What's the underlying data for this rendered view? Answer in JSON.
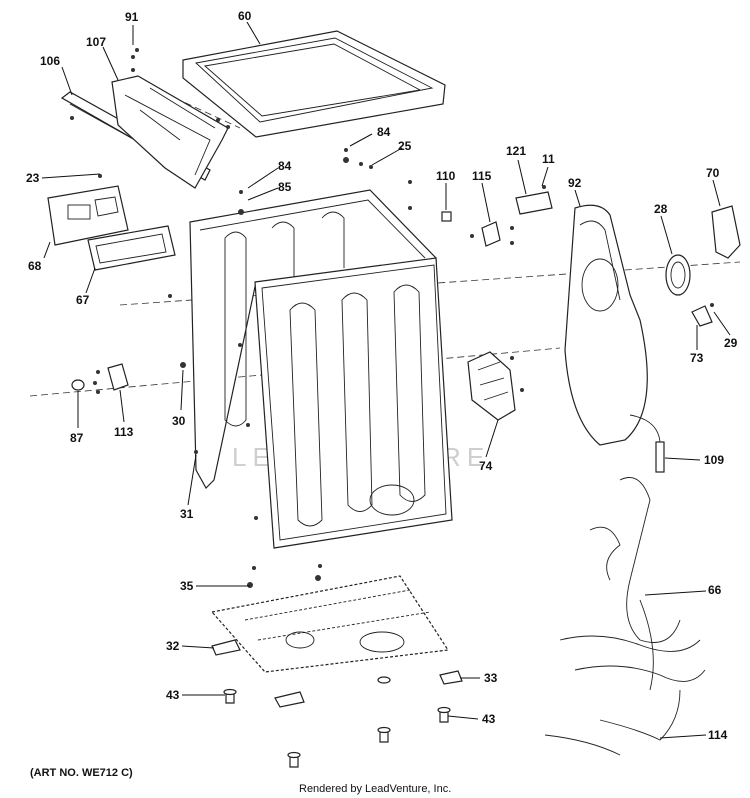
{
  "diagram": {
    "callouts": [
      {
        "id": "c91",
        "text": "91"
      },
      {
        "id": "c60",
        "text": "60"
      },
      {
        "id": "c107",
        "text": "107"
      },
      {
        "id": "c106",
        "text": "106"
      },
      {
        "id": "c84a",
        "text": "84"
      },
      {
        "id": "c25",
        "text": "25"
      },
      {
        "id": "c84b",
        "text": "84"
      },
      {
        "id": "c85",
        "text": "85"
      },
      {
        "id": "c23",
        "text": "23"
      },
      {
        "id": "c121",
        "text": "121"
      },
      {
        "id": "c11",
        "text": "11"
      },
      {
        "id": "c110",
        "text": "110"
      },
      {
        "id": "c115",
        "text": "115"
      },
      {
        "id": "c92",
        "text": "92"
      },
      {
        "id": "c70",
        "text": "70"
      },
      {
        "id": "c28",
        "text": "28"
      },
      {
        "id": "c68",
        "text": "68"
      },
      {
        "id": "c67",
        "text": "67"
      },
      {
        "id": "c29",
        "text": "29"
      },
      {
        "id": "c73",
        "text": "73"
      },
      {
        "id": "c87",
        "text": "87"
      },
      {
        "id": "c113",
        "text": "113"
      },
      {
        "id": "c30",
        "text": "30"
      },
      {
        "id": "c74",
        "text": "74"
      },
      {
        "id": "c109",
        "text": "109"
      },
      {
        "id": "c31",
        "text": "31"
      },
      {
        "id": "c66",
        "text": "66"
      },
      {
        "id": "c35",
        "text": "35"
      },
      {
        "id": "c32",
        "text": "32"
      },
      {
        "id": "c33",
        "text": "33"
      },
      {
        "id": "c43a",
        "text": "43"
      },
      {
        "id": "c43b",
        "text": "43"
      },
      {
        "id": "c114",
        "text": "114"
      }
    ],
    "art_number": "(ART NO. WE712 C)",
    "rendered_by": "Rendered by LeadVenture, Inc.",
    "watermark": "LEADVENTURE"
  }
}
